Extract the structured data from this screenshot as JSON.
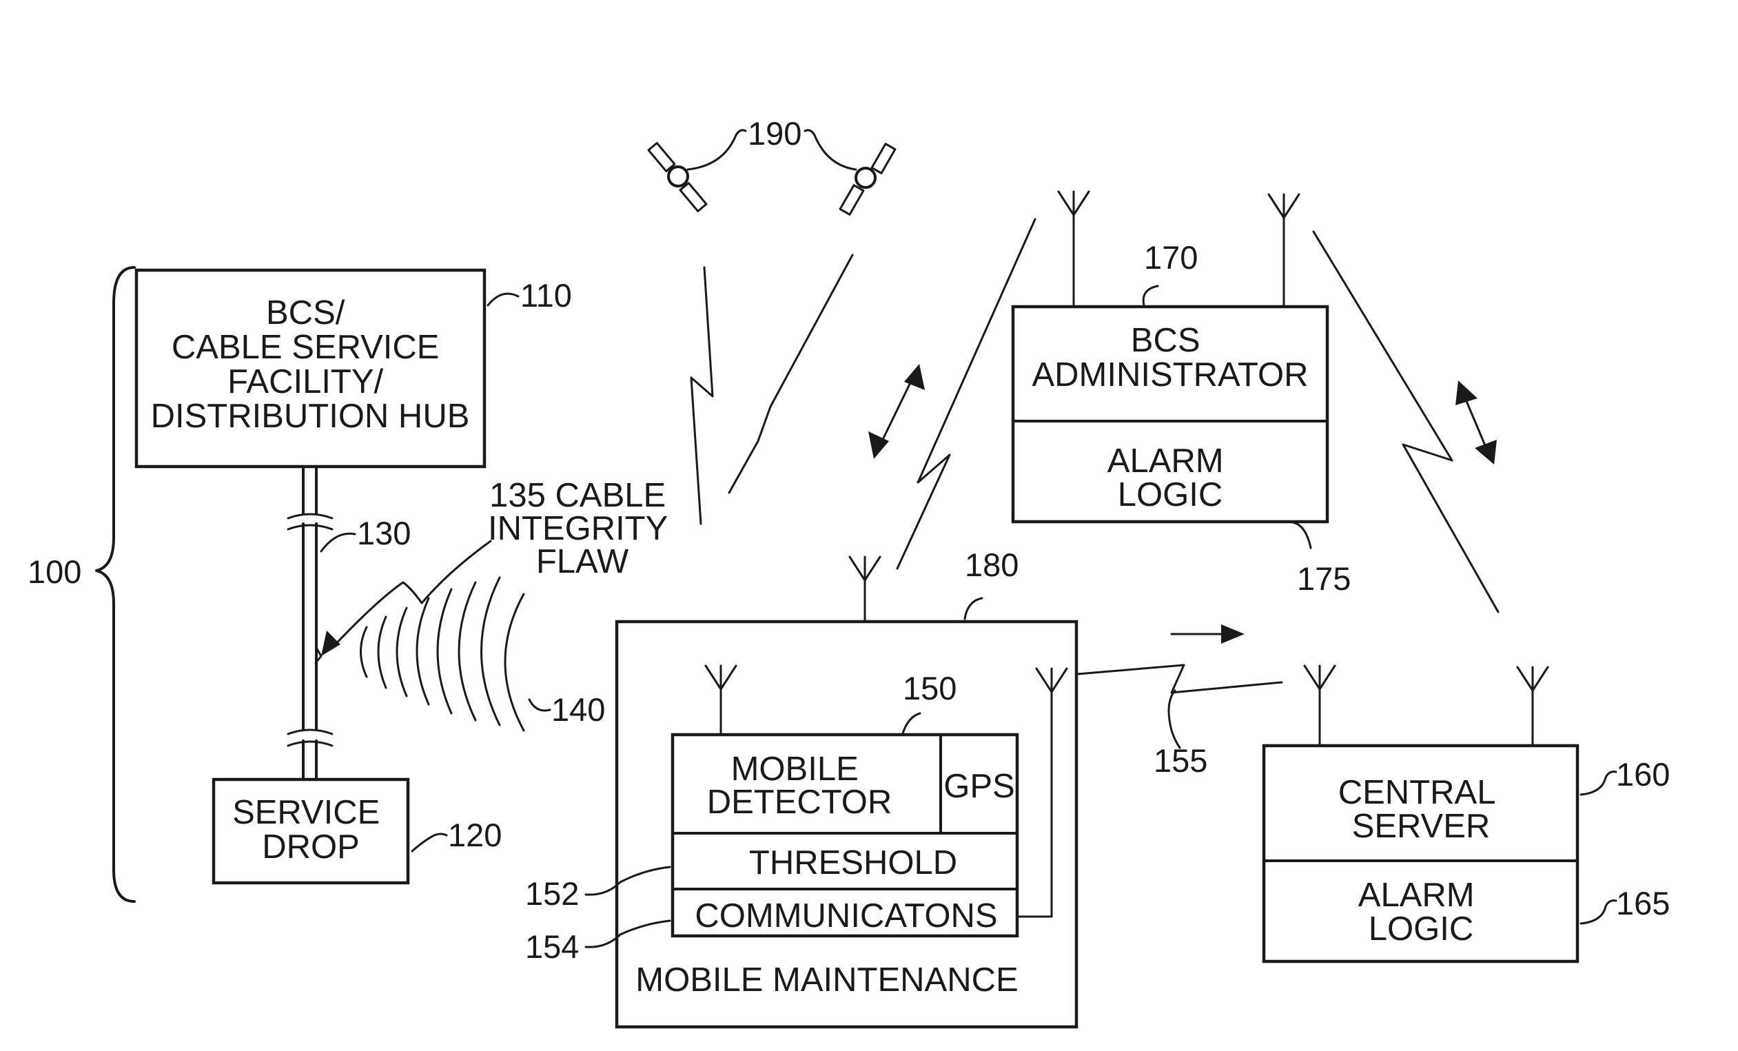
{
  "figure": {
    "bcs_facility": {
      "ref": "110",
      "lines": [
        "BCS/",
        "CABLE SERVICE",
        "FACILITY/",
        "DISTRIBUTION HUB"
      ]
    },
    "service_drop": {
      "ref": "120",
      "lines": [
        "SERVICE",
        "DROP"
      ]
    },
    "cable": {
      "ref": "130"
    },
    "flaw": {
      "lines": [
        "135 CABLE",
        "INTEGRITY",
        "FLAW"
      ]
    },
    "leakage": {
      "ref": "140"
    },
    "system": {
      "ref": "100"
    },
    "satellites": {
      "ref": "190"
    },
    "bcs_admin": {
      "ref": "170",
      "top_lines": [
        "BCS",
        "ADMINISTRATOR"
      ],
      "bottom_lines": [
        "ALARM",
        "LOGIC"
      ],
      "bottom_ref": "175"
    },
    "mobile_maintenance": {
      "ref": "180",
      "label": "MOBILE MAINTENANCE"
    },
    "mobile_detector": {
      "ref": "150",
      "lines": [
        "MOBILE",
        "DETECTOR"
      ],
      "gps": "GPS"
    },
    "threshold": {
      "ref": "152",
      "label": "THRESHOLD"
    },
    "communications": {
      "ref": "154",
      "label": "COMMUNICATONS"
    },
    "link": {
      "ref": "155"
    },
    "central_server": {
      "ref": "160",
      "lines": [
        "CENTRAL",
        "SERVER"
      ],
      "bottom_lines": [
        "ALARM",
        "LOGIC"
      ],
      "bottom_ref": "165"
    }
  }
}
